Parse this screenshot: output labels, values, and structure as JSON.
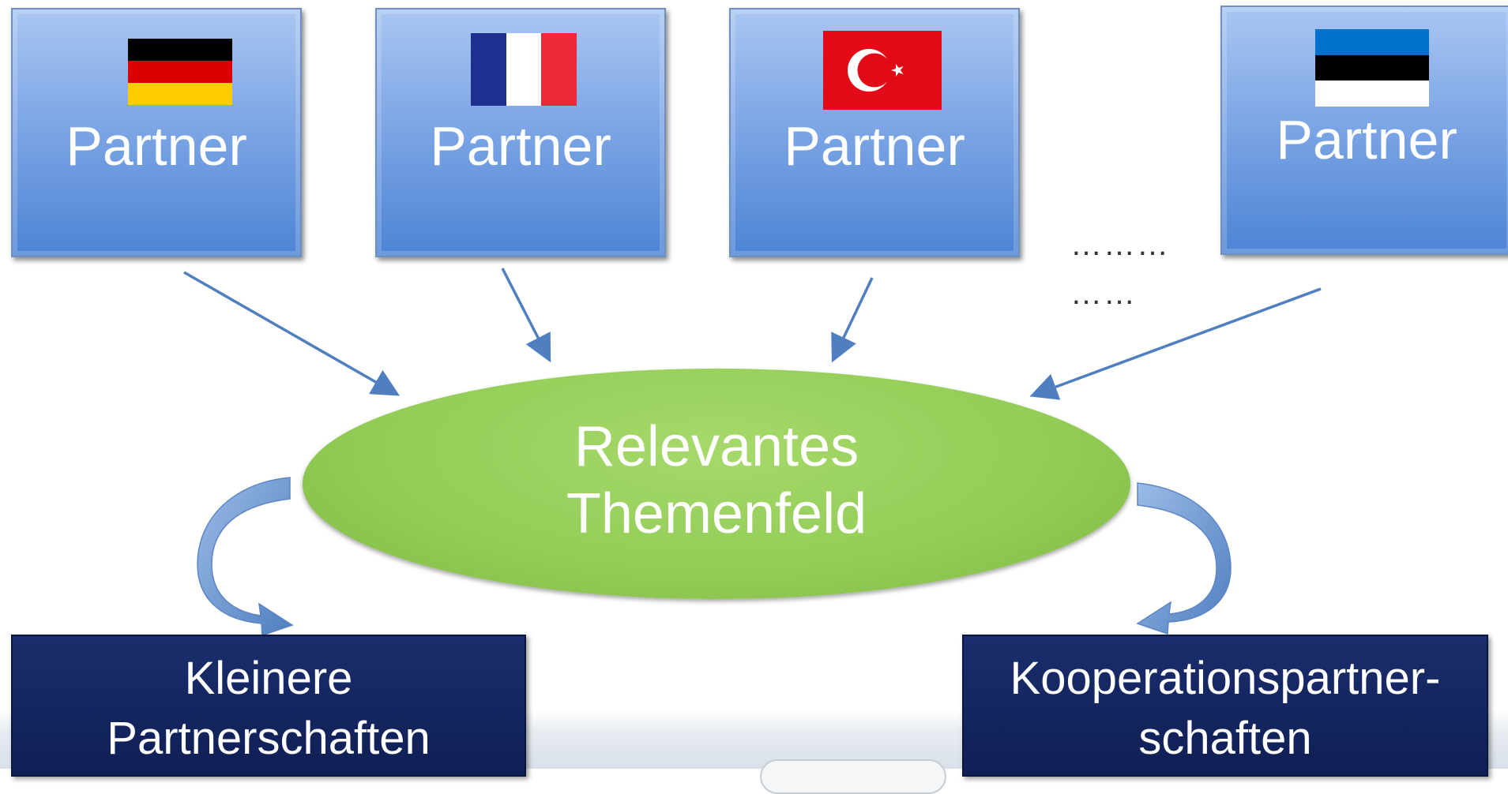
{
  "partners": [
    {
      "label": "Partner",
      "flag": "germany-flag"
    },
    {
      "label": "Partner",
      "flag": "france-flag"
    },
    {
      "label": "Partner",
      "flag": "turkey-flag"
    },
    {
      "label": "Partner",
      "flag": "estonia-flag"
    }
  ],
  "ellipsis": {
    "line1": "………",
    "line2": "……"
  },
  "center": {
    "line1": "Relevantes",
    "line2": "Themenfeld"
  },
  "results": {
    "left": {
      "line1": "Kleinere",
      "line2": "Partnerschaften"
    },
    "right": {
      "line1": "Kooperationspartner-",
      "line2": "schaften"
    }
  },
  "colors": {
    "partner_box": "#6f9de2",
    "center_oval": "#92cc56",
    "result_box": "#13255f",
    "arrow": "#4f7fc0"
  }
}
